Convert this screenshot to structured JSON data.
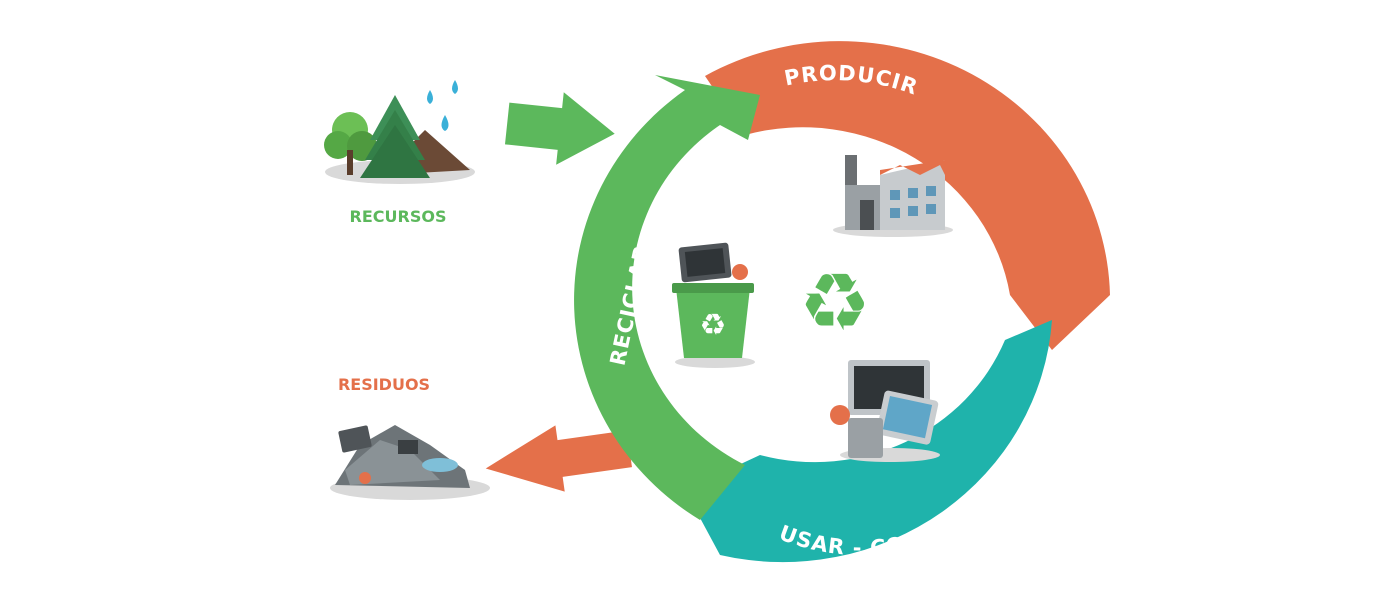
{
  "labels": {
    "resources": "RECURSOS",
    "waste": "RESIDUOS",
    "produce": "PRODUCIR",
    "use_consume": "USAR - CONSUMIR",
    "recycle": "RECICLAR"
  },
  "colors": {
    "green": "#5cb85c",
    "orange": "#e4704a",
    "teal": "#1fb3ab",
    "resources_text": "#5cb85c",
    "waste_text": "#e4704a"
  },
  "icons": [
    "forest-resources-icon",
    "waste-pile-icon",
    "factory-icon",
    "devices-icon",
    "recycling-bin-icon",
    "recycle-symbol-icon"
  ]
}
